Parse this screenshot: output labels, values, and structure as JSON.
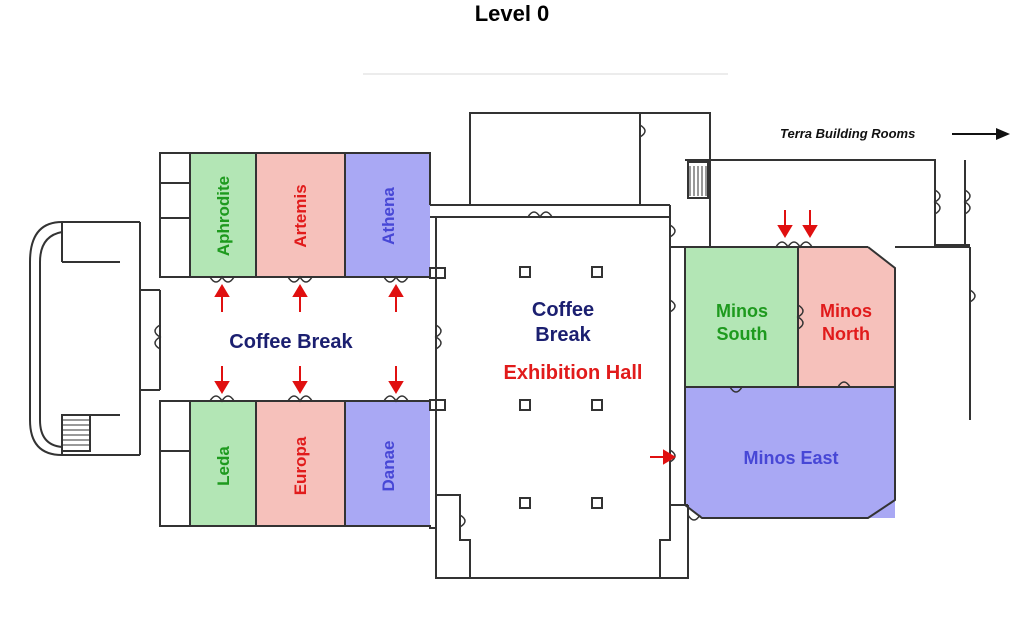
{
  "page": {
    "title": "Level 0"
  },
  "directions": {
    "terra_label": "Terra Building Rooms"
  },
  "colors": {
    "green_room": "#b3e6b5",
    "red_room": "#f6c1bb",
    "blue_room": "#a9a8f4",
    "green_text": "#1e9a1e",
    "red_text": "#e11b1b",
    "blue_text": "#4747d6",
    "navy_text": "#1b1f70",
    "arrow_red": "#e01010"
  },
  "rooms": {
    "aphrodite": "Aphrodite",
    "artemis": "Artemis",
    "athena": "Athena",
    "leda": "Leda",
    "europa": "Europa",
    "danae": "Danae",
    "minos_south": [
      "Minos",
      "South"
    ],
    "minos_north": [
      "Minos",
      "North"
    ],
    "minos_east": "Minos East"
  },
  "areas": {
    "corridor_coffee": "Coffee Break",
    "hall_coffee": [
      "Coffee",
      "Break"
    ],
    "exhibition": "Exhibition Hall"
  }
}
